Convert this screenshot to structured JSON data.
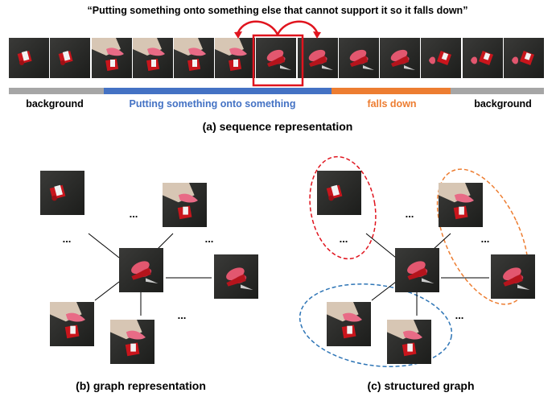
{
  "title": "“Putting something onto something else that cannot support it so it falls down”",
  "segments": [
    {
      "label": "background",
      "color": "#a6a6a6",
      "text_color": "#000000"
    },
    {
      "label": "Putting something onto something",
      "color": "#4472c4",
      "text_color": "#4472c4"
    },
    {
      "label": "falls down",
      "color": "#ed7d31",
      "text_color": "#ed7d31"
    },
    {
      "label": "background",
      "color": "#a6a6a6",
      "text_color": "#000000"
    }
  ],
  "captions": {
    "a": "(a) sequence representation",
    "b": "(b) graph representation",
    "c": "(c) structured graph"
  },
  "ellipsis": "...",
  "colors": {
    "highlight": "#e0141e",
    "background_ellipse": "#e0141e",
    "action_ellipse": "#ed7d31",
    "fall_ellipse": "#2e75b6"
  },
  "frame_count": 13,
  "highlighted_frame": 7
}
